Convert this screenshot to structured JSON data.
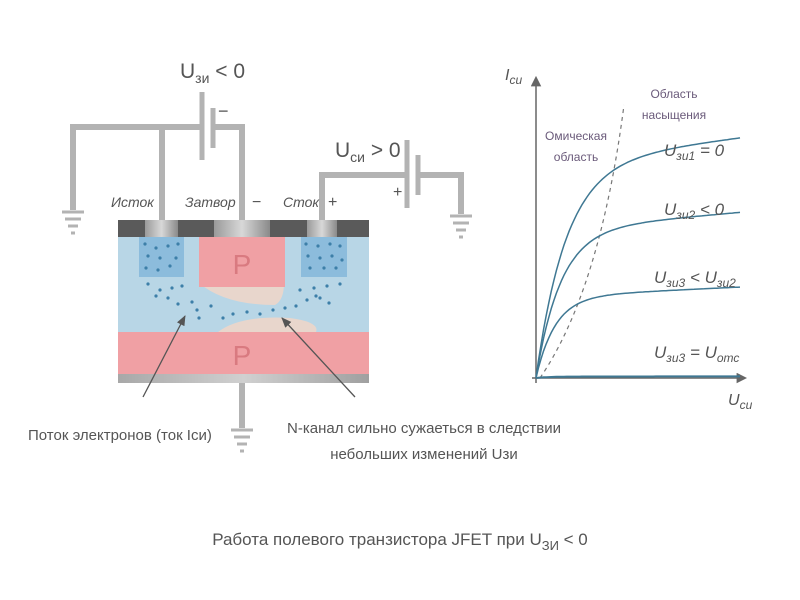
{
  "circuit": {
    "gate_source_voltage": {
      "main": "U",
      "sub": "зи",
      "rest": " < 0"
    },
    "drain_source_voltage": {
      "main": "U",
      "sub": "си",
      "rest": " > 0"
    },
    "terminals": {
      "source": "Исток",
      "gate": "Затвор",
      "drain": "Сток"
    },
    "polarity": {
      "gate_minus": "−",
      "battery_minus": "−",
      "drain_plus": "+",
      "battery_plus": "+"
    },
    "regions": {
      "gate_p": "P",
      "substrate_p": "P"
    },
    "colors": {
      "wire": "#b3b3b3",
      "n_channel": "#b8d6e6",
      "n_plus": "#8cbcdc",
      "p_region": "#f0a0a4",
      "depletion": "#e8d6cc",
      "contact_dark": "#5a5a5a",
      "electron_dot": "#3d7fa8",
      "minus_color": "#5b8fc0",
      "plus_color": "#c0474e"
    }
  },
  "annotations": {
    "electron_flow": "Поток электронов (ток Iси)",
    "channel_narrowing_line1": "N-канал сильно сужаеться в следствии",
    "channel_narrowing_line2": "небольших изменений Uзи"
  },
  "chart_data": {
    "type": "line",
    "title": "",
    "xlabel": {
      "main": "U",
      "sub": "си"
    },
    "ylabel": {
      "main": "I",
      "sub": "си"
    },
    "xlim": [
      0,
      10
    ],
    "ylim": [
      0,
      10
    ],
    "regions": {
      "ohmic": [
        "Омическая",
        "область"
      ],
      "saturation": [
        "Область",
        "насыщения"
      ]
    },
    "series": [
      {
        "name": "Uзи1 = 0",
        "label_main": "U",
        "label_sub": "зи1",
        "label_rest": " = 0",
        "saturation_current": 7.4
      },
      {
        "name": "Uзи2 < 0",
        "label_main": "U",
        "label_sub": "зи2",
        "label_rest": " < 0",
        "saturation_current": 5.1
      },
      {
        "name": "Uзи3 < Uзи2",
        "label_main": "U",
        "label_sub": "зи3",
        "label_rest": " < U",
        "label_sub2": "зи2",
        "saturation_current": 2.8
      },
      {
        "name": "Uзи3 = Uотс",
        "label_main": "U",
        "label_sub": "зи3",
        "label_rest": " = U",
        "label_sub2": "отс",
        "saturation_current": 0.05
      }
    ],
    "grid": false,
    "legend": "inline-right"
  },
  "caption": {
    "text": "Работа полевого транзистора JFET  при U",
    "sub": "ЗИ",
    "rest": " < 0"
  }
}
